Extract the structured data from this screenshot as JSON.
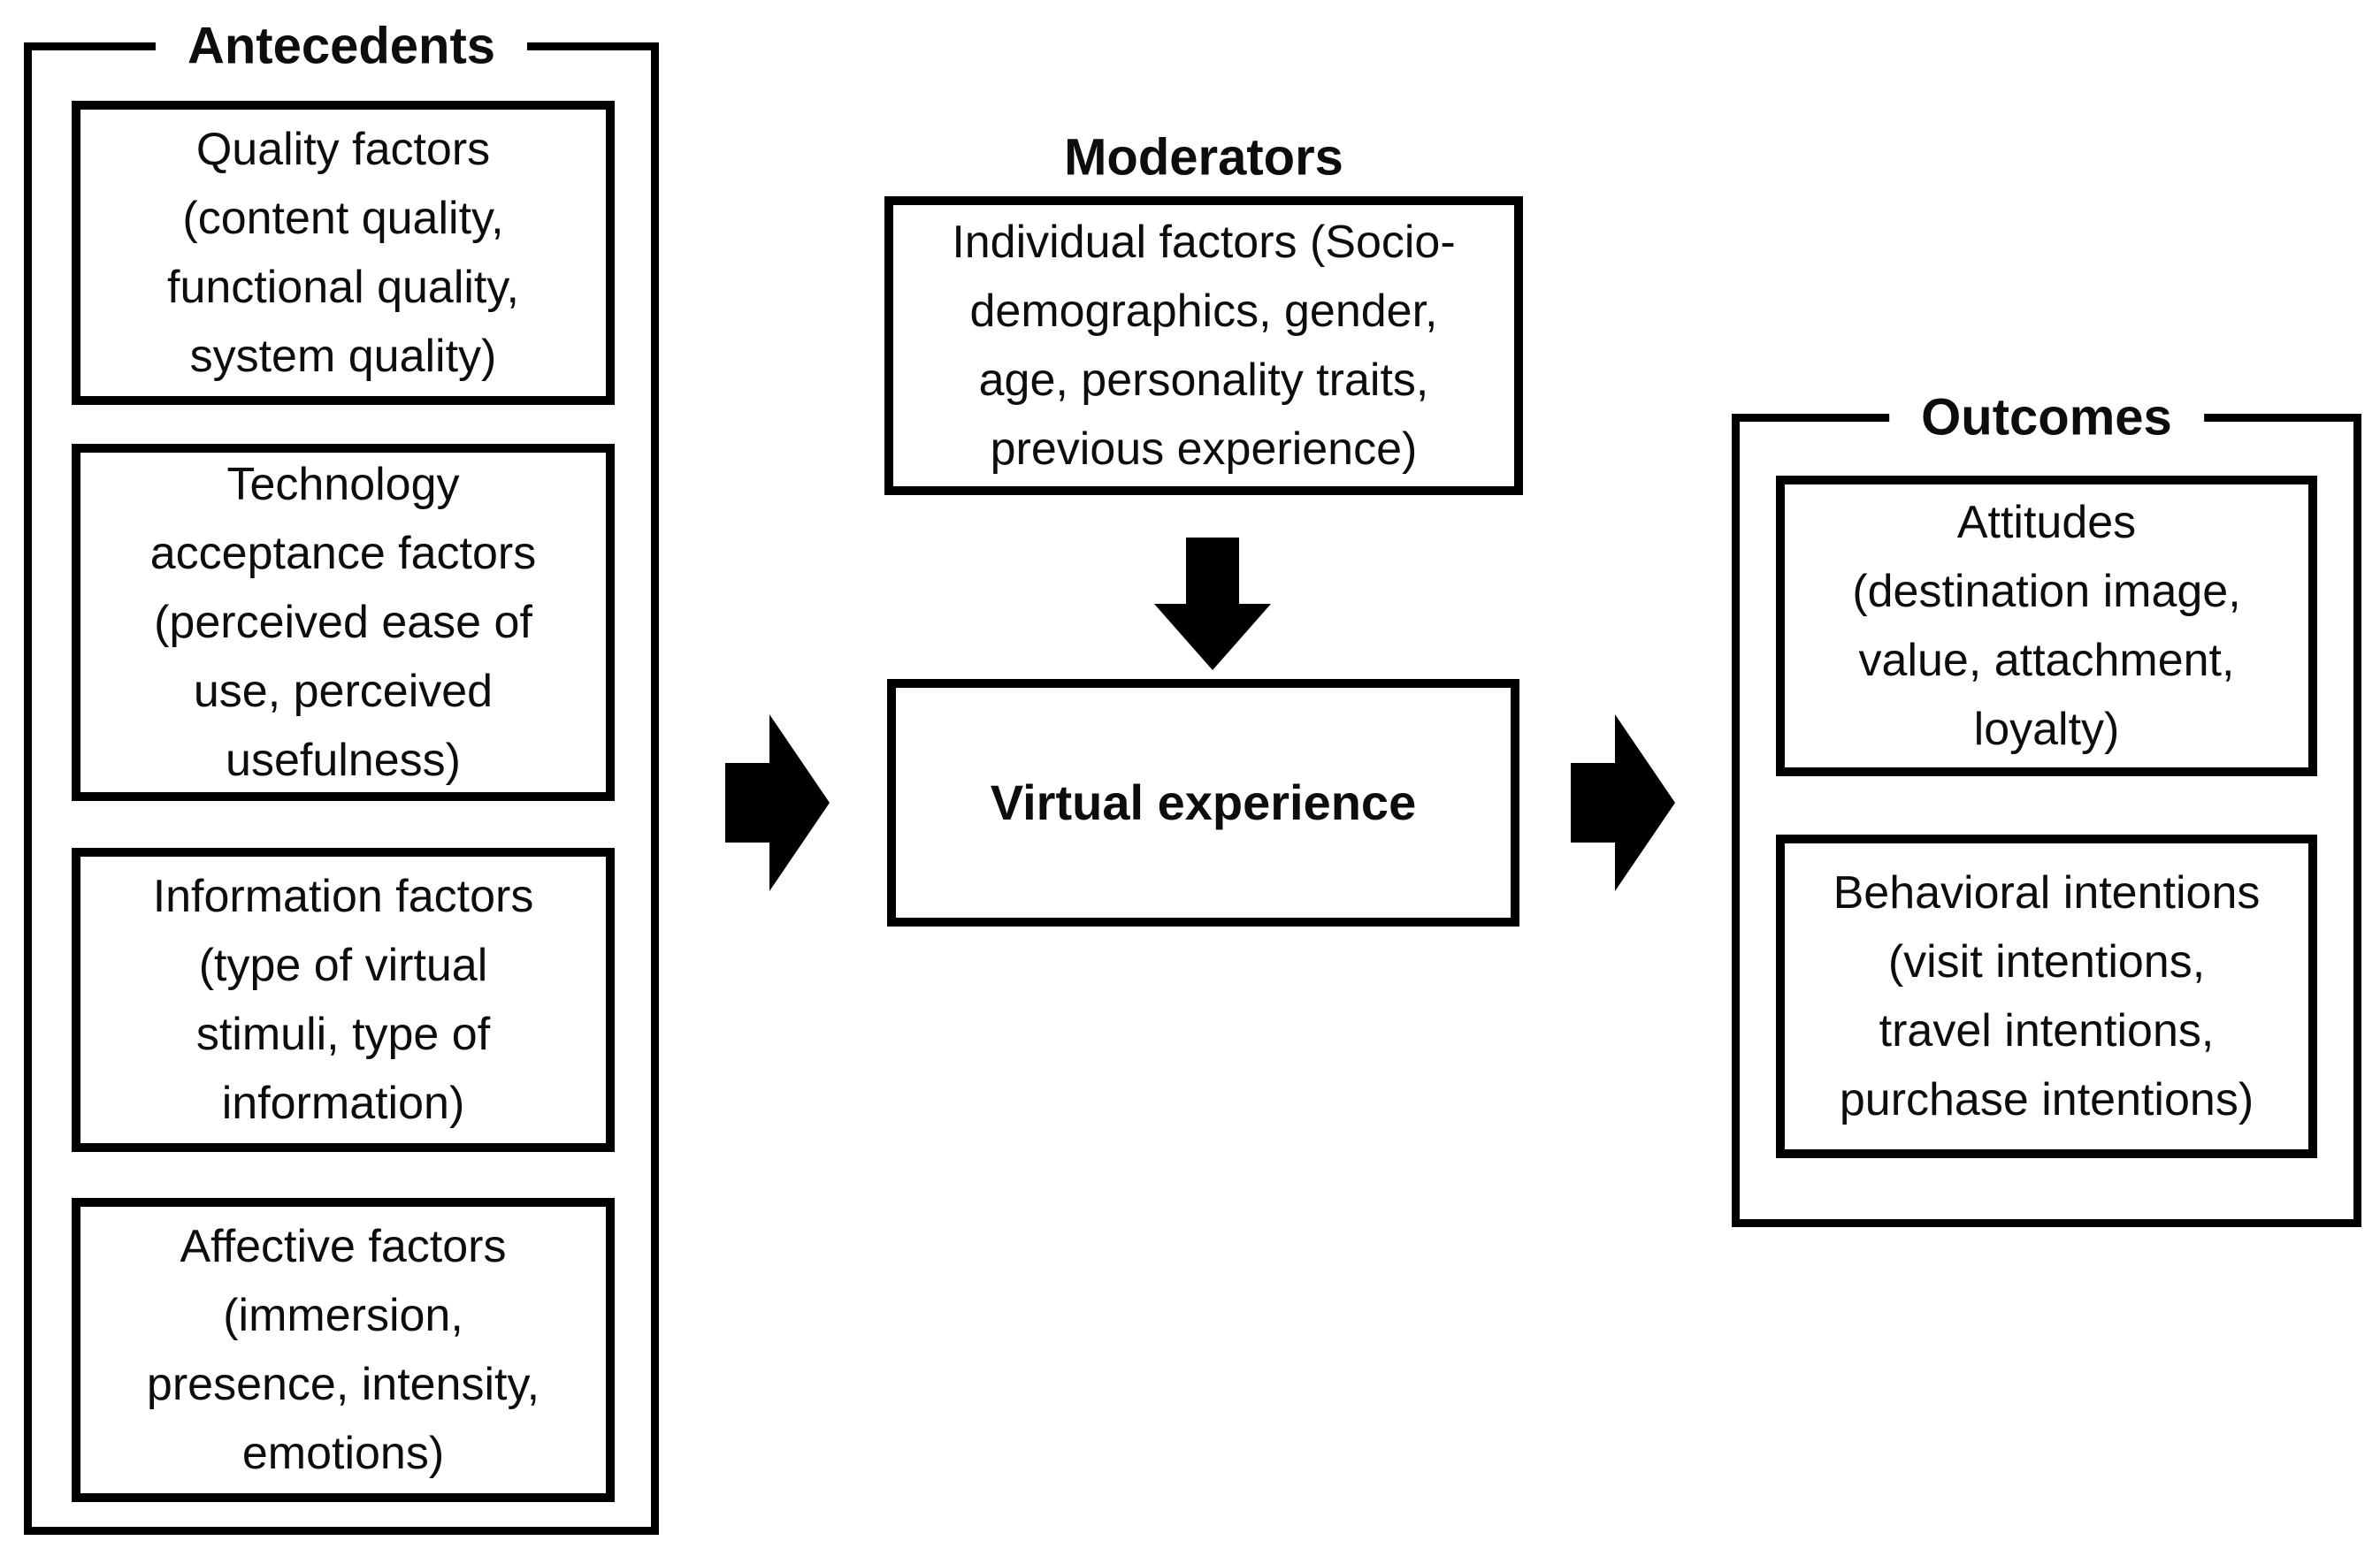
{
  "colors": {
    "arrow": "#000000",
    "border": "#000000",
    "text": "#0d0d0d",
    "background": "#ffffff"
  },
  "antecedents": {
    "title": "Antecedents",
    "boxes": [
      {
        "lines": [
          "Quality factors",
          "(content quality,",
          "functional quality,",
          "system quality)"
        ]
      },
      {
        "lines": [
          "Technology",
          "acceptance factors",
          "(perceived ease of",
          "use, perceived",
          "usefulness)"
        ]
      },
      {
        "lines": [
          "Information factors",
          "(type of virtual",
          "stimuli, type of",
          "information)"
        ]
      },
      {
        "lines": [
          "Affective factors",
          "(immersion,",
          "presence, intensity,",
          "emotions)"
        ]
      }
    ]
  },
  "moderators": {
    "title": "Moderators",
    "box": {
      "lines": [
        "Individual factors (Socio-",
        "demographics, gender,",
        "age, personality traits,",
        "previous experience)"
      ]
    }
  },
  "virtual_experience": {
    "label": "Virtual experience"
  },
  "outcomes": {
    "title": "Outcomes",
    "boxes": [
      {
        "lines": [
          "Attitudes",
          "(destination image,",
          "value, attachment,",
          "loyalty)"
        ]
      },
      {
        "lines": [
          "Behavioral intentions",
          "(visit intentions,",
          "travel intentions,",
          "purchase intentions)"
        ]
      }
    ]
  }
}
